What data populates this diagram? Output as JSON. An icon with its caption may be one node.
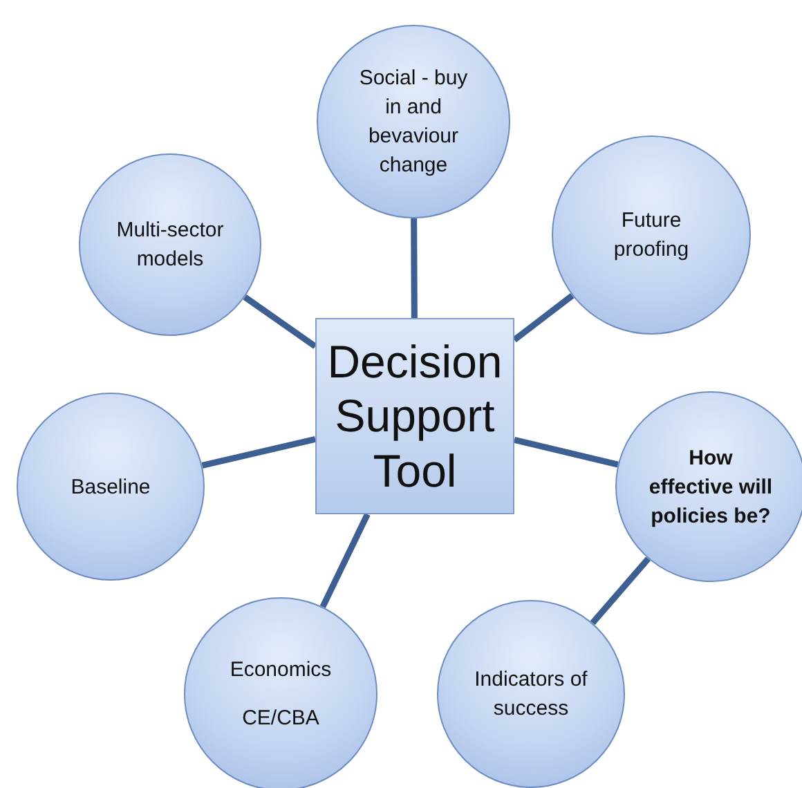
{
  "diagram": {
    "nodes": [
      {
        "text": [
          "Social - buy in and bevaviour change"
        ]
      },
      {
        "text": [
          "Multi-sector models"
        ]
      },
      {
        "text": [
          "Future proofing"
        ]
      },
      {
        "text": [
          "Decision Support Tool"
        ]
      },
      {
        "text": [
          "Baseline"
        ]
      },
      {
        "text": [
          "How effective will policies be?"
        ]
      },
      {
        "text": [
          "Economics",
          "CE/CBA"
        ]
      },
      {
        "text": [
          "Indicators of success"
        ]
      }
    ],
    "edges": [
      {
        "from": 3,
        "to": 0,
        "arrow": "none"
      },
      {
        "from": 3,
        "to": 1,
        "arrow": "none"
      },
      {
        "from": 3,
        "to": 2,
        "arrow": "none"
      },
      {
        "from": 3,
        "to": 4,
        "arrow": "none"
      },
      {
        "from": 3,
        "to": 5,
        "arrow": "none"
      },
      {
        "from": 3,
        "to": 6,
        "arrow": "none"
      },
      {
        "from": 5,
        "to": 7,
        "arrow": "none"
      }
    ]
  }
}
